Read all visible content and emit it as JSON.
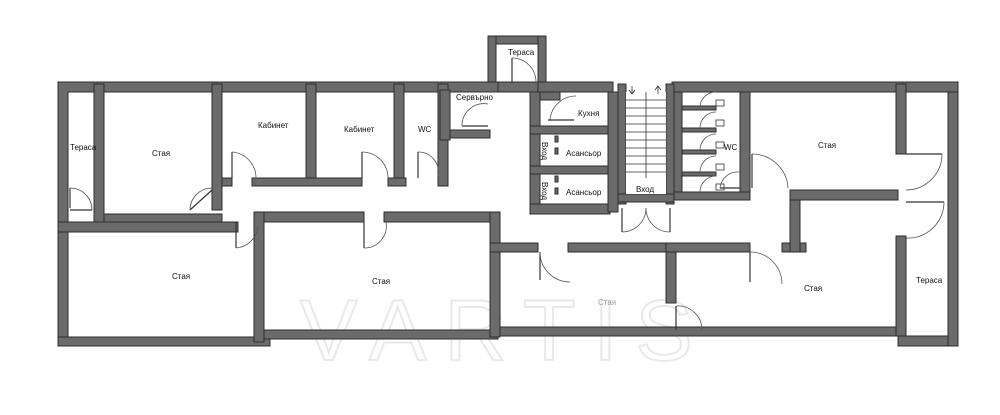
{
  "rooms": {
    "terrace_left": "Тераса",
    "room_top_left": "Стая",
    "office_1": "Кабинет",
    "office_2": "Кабинет",
    "wc_top": "WC",
    "utility": "Сервърно",
    "terrace_top": "Тераса",
    "kitchen": "Кухня",
    "elevator_1": "Асансьор",
    "elevator_2": "Асансьор",
    "entrance_1": "Вход",
    "entrance_2": "Вход",
    "entrance_main": "Вход",
    "wc_right": "WC",
    "room_top_right": "Стая",
    "room_bottom_left": "Стая",
    "room_bottom_2": "Стая",
    "room_bottom_3": "Стая",
    "room_bottom_right": "Стая",
    "terrace_right": "Тераса"
  },
  "watermark": "VARTIS"
}
